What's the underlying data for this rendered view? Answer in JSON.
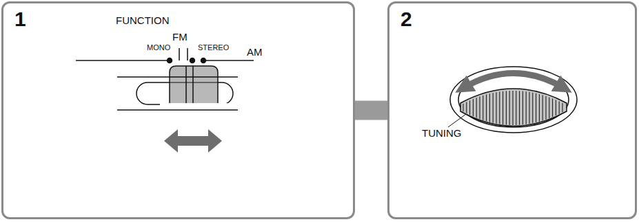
{
  "diagram": {
    "nodes": [
      {
        "text": [
          "1"
        ]
      },
      {
        "text": [
          "2"
        ]
      }
    ],
    "edges": [
      {
        "from": 0,
        "to": 1,
        "arrow": "none"
      }
    ],
    "labels": [
      "FUNCTION",
      "MONO",
      "FM",
      "STEREO",
      "AM",
      "TUNING"
    ]
  }
}
